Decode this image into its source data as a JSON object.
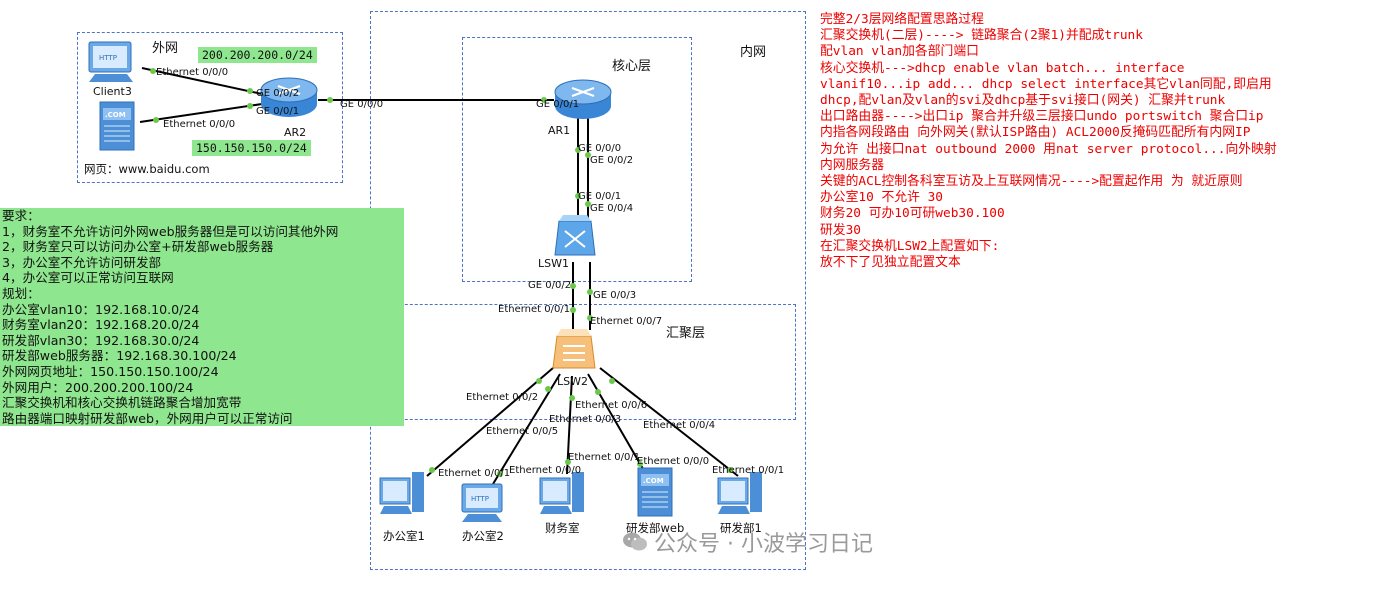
{
  "zones": {
    "external": "外网",
    "core": "核心层",
    "internal": "内网",
    "aggregation": "汇聚层"
  },
  "ip_labels": {
    "wan1": "200.200.200.0/24",
    "wan2": "150.150.150.0/24"
  },
  "webpage_label": "网页：www.baidu.com",
  "devices": {
    "client3": "Client3",
    "ar2": "AR2",
    "ar1": "AR1",
    "lsw1": "LSW1",
    "lsw2": "LSW2",
    "office1": "办公室1",
    "office2": "办公室2",
    "finance": "财务室",
    "rd_web": "研发部web",
    "rd1": "研发部1"
  },
  "ports": {
    "client3_eth": "Ethernet 0/0/0",
    "ar2_ge2": "GE 0/0/2",
    "ar2_ge1": "GE 0/0/1",
    "server_eth": "Ethernet 0/0/0",
    "ar2_ge0": "GE 0/0/0",
    "ar1_ge1": "GE 0/0/1",
    "ar1_ge0": "GE 0/0/0",
    "ar1_ge2": "GE 0/0/2",
    "lsw1_ge1": "GE 0/0/1",
    "lsw1_ge4": "GE 0/0/4",
    "lsw1_ge2": "GE 0/0/2",
    "lsw1_ge3": "GE 0/0/3",
    "lsw2_e1": "Ethernet 0/0/1",
    "lsw2_e7": "Ethernet 0/0/7",
    "lsw2_e2": "Ethernet 0/0/2",
    "lsw2_e5": "Ethernet 0/0/5",
    "lsw2_e6": "Ethernet 0/0/6",
    "lsw2_e3": "Ethernet 0/0/3",
    "lsw2_e4": "Ethernet 0/0/4",
    "office1_eth": "Ethernet 0/0/1",
    "office2_eth": "Ethernet 0/0/0",
    "finance_eth": "Ethernet 0/0/1",
    "rdweb_eth": "Ethernet 0/0/0",
    "rd1_eth": "Ethernet 0/0/1"
  },
  "requirements": [
    "要求：",
    "1，财务室不允许访问外网web服务器但是可以访问其他外网",
    "2，财务室只可以访问办公室+研发部web服务器",
    "3，办公室不允许访问研发部",
    "4，办公室可以正常访问互联网",
    "规划：",
    "办公室vlan10：192.168.10.0/24",
    "财务室vlan20：192.168.20.0/24",
    "研发部vlan30：192.168.30.0/24",
    "研发部web服务器：192.168.30.100/24",
    "外网网页地址：150.150.150.100/24",
    "外网用户：200.200.200.100/24",
    "汇聚交换机和核心交换机链路聚合增加宽带",
    "路由器端口映射研发部web，外网用户可以正常访问"
  ],
  "notes": [
    "完整2/3层网络配置思路过程",
    "汇聚交换机(二层)---->  链路聚合(2聚1)并配成trunk",
    "配vlan vlan加各部门端口",
    "核心交换机--->dhcp enable   vlan batch...  interface",
    "vlanif10...ip add...  dhcp select interface其它vlan同配,即启用",
    "dhcp,配vlan及vlan的svi及dhcp基于svi接口(网关) 汇聚并trunk",
    "出口路由器---->出口ip  聚合并升级三层接口undo portswitch 聚合口ip",
    "内指各网段路由 向外网关(默认ISP路由) ACL2000反掩码匹配所有内网IP",
    "为允许 出接口nat outbound 2000 用nat server protocol...向外映射",
    "内网服务器",
    "关键的ACL控制各科室互访及上互联网情况---->配置起作用 为 就近原则",
    "办公室10 不允许 30",
    "财务20 可办10可研web30.100",
    "研发30",
    "在汇聚交换机LSW2上配置如下:",
    "放不下了见独立配置文本"
  ],
  "watermark": "公众号 · 小波学习日记",
  "colors": {
    "green_box": "#8ee68e",
    "zone_border": "#4d73c9",
    "notes_text": "#ee0000",
    "link": "#000000",
    "port_dot": "#6cc84a"
  }
}
